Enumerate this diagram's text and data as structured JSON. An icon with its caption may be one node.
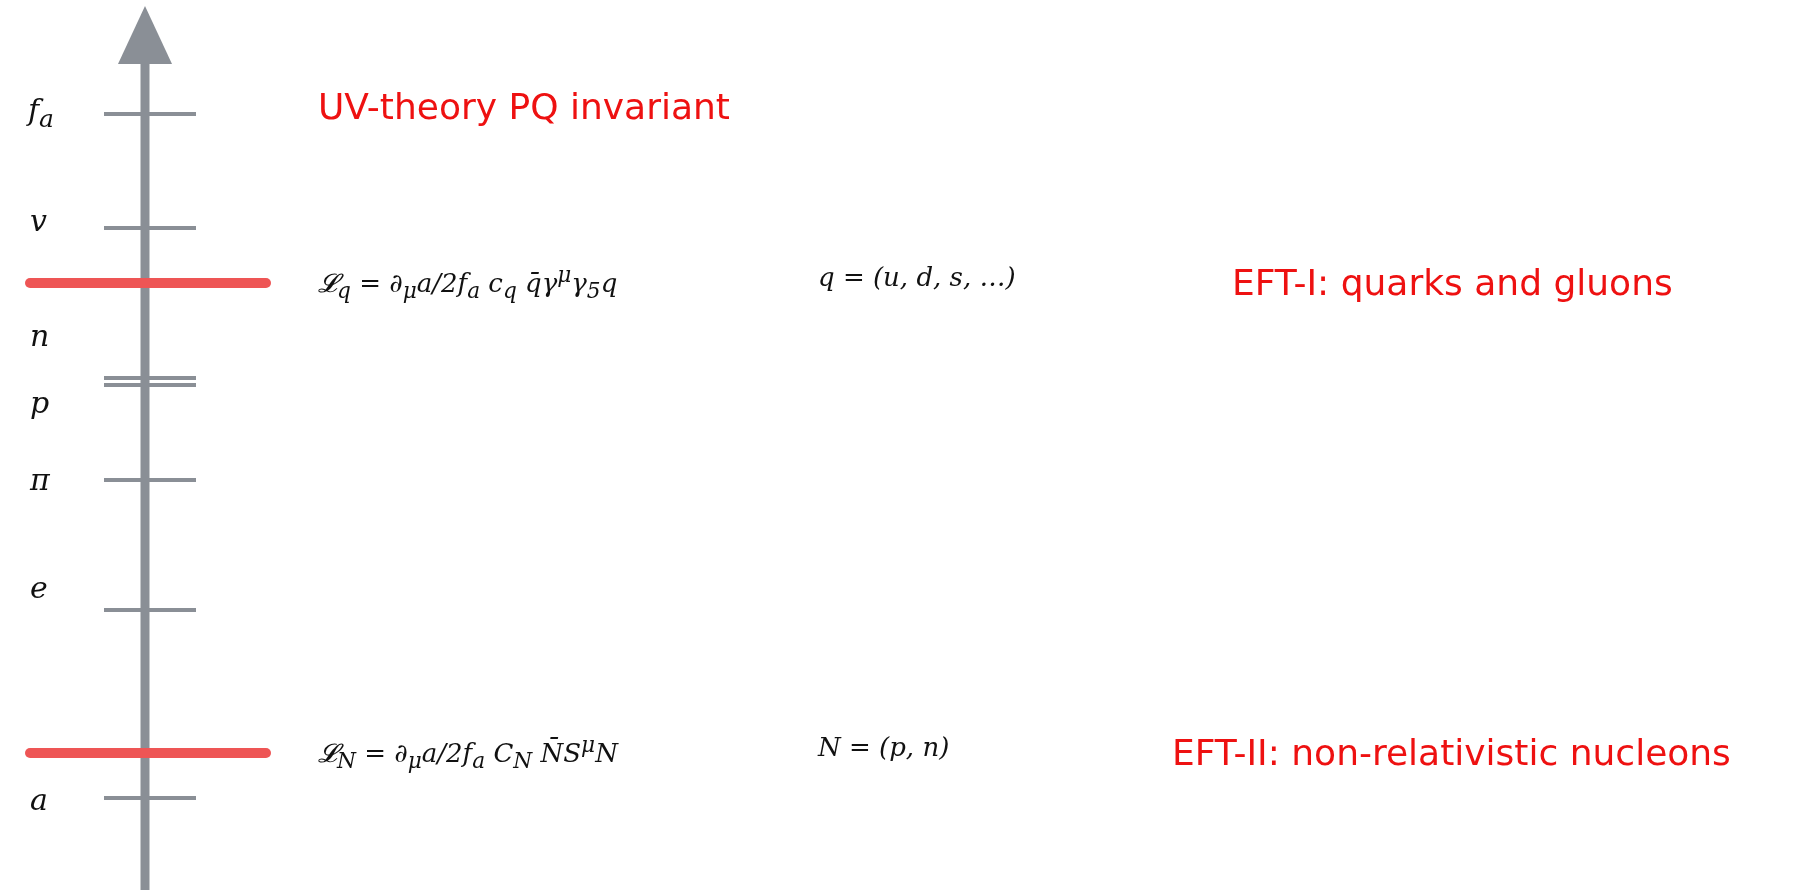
{
  "diagram": {
    "labels": [
      "f$_{a}$",
      "UV-theory  PQ invariant",
      "v",
      "𝓛$_{q}$ = ∂$_{μ}$a/2f$_{a}$ c$_{q}$ q̄γ$^{μ}$γ$_{5}$q",
      "q = (u, d, s, …)",
      "EFT-I: quarks and gluons",
      "n",
      "p",
      "π",
      "e",
      "𝓛$_{N}$ = ∂$_{μ}$a/2f$_{a}$ C$_{N}$ N̄S$^{μ}$N",
      "N = (p, n)",
      "EFT-II: non-relativistic nucleons",
      "a"
    ]
  }
}
